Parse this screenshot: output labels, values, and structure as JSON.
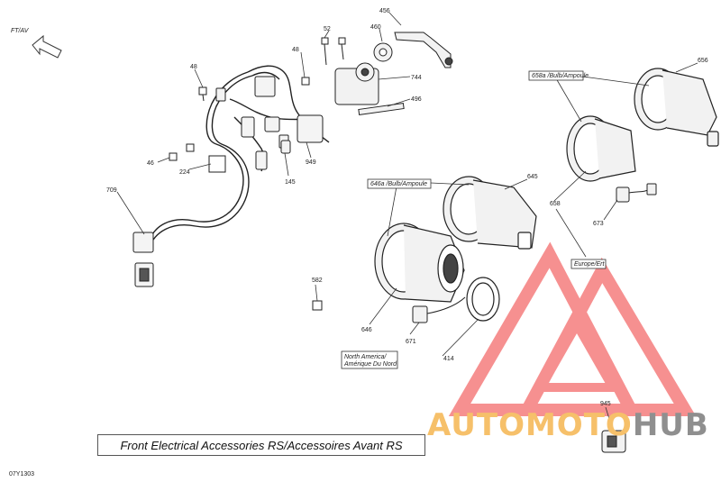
{
  "direction_label": "FT/AV",
  "title": "Front Electrical Accessories RS/Accessoires Avant RS",
  "reference_code": "07Y1303",
  "watermark": {
    "part1": "AUTOMOTO",
    "part2": "HUB",
    "colors": {
      "logo": "#f36c6c",
      "text1": "#f6c06a",
      "text2": "#8f8f8f"
    }
  },
  "callouts": {
    "c456": "456",
    "c460": "460",
    "c52": "52",
    "c48a": "48",
    "c48b": "48",
    "c744": "744",
    "c496": "496",
    "c949": "949",
    "c145": "145",
    "c46": "46",
    "c224": "224",
    "c709": "709",
    "c582": "582",
    "c646": "646",
    "c645": "645",
    "c671": "671",
    "c414": "414",
    "c656": "656",
    "c658": "658",
    "c673": "673",
    "c945": "945"
  },
  "notes": {
    "bulb_658a": "658a /Bulb/Ampoule",
    "bulb_646a": "646a /Bulb/Ampoule",
    "europe": "Europe/Ert",
    "na_line1": "North America/",
    "na_line2": "Amérique Du Nord"
  }
}
